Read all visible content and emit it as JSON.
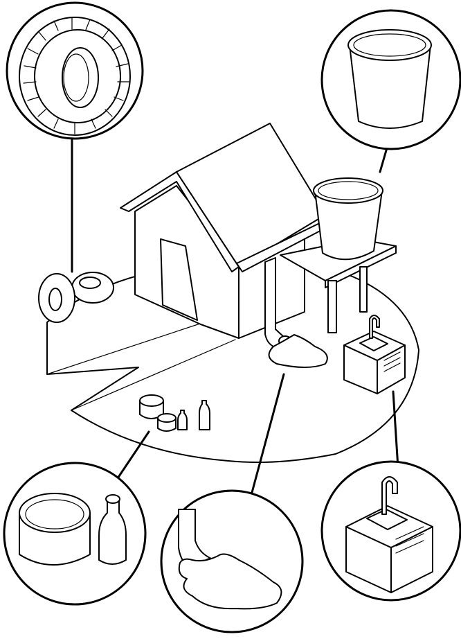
{
  "colors": {
    "ink": "#000000",
    "paper": "#ffffff"
  },
  "scene": {
    "items": [
      {
        "id": "tires",
        "icon": "tire-icon"
      },
      {
        "id": "water-tank",
        "icon": "bucket-icon"
      },
      {
        "id": "cans-bottles",
        "icon": "bottle-icon"
      },
      {
        "id": "gutter-puddle",
        "icon": "puddle-icon"
      },
      {
        "id": "sink-container",
        "icon": "sink-icon"
      }
    ]
  }
}
